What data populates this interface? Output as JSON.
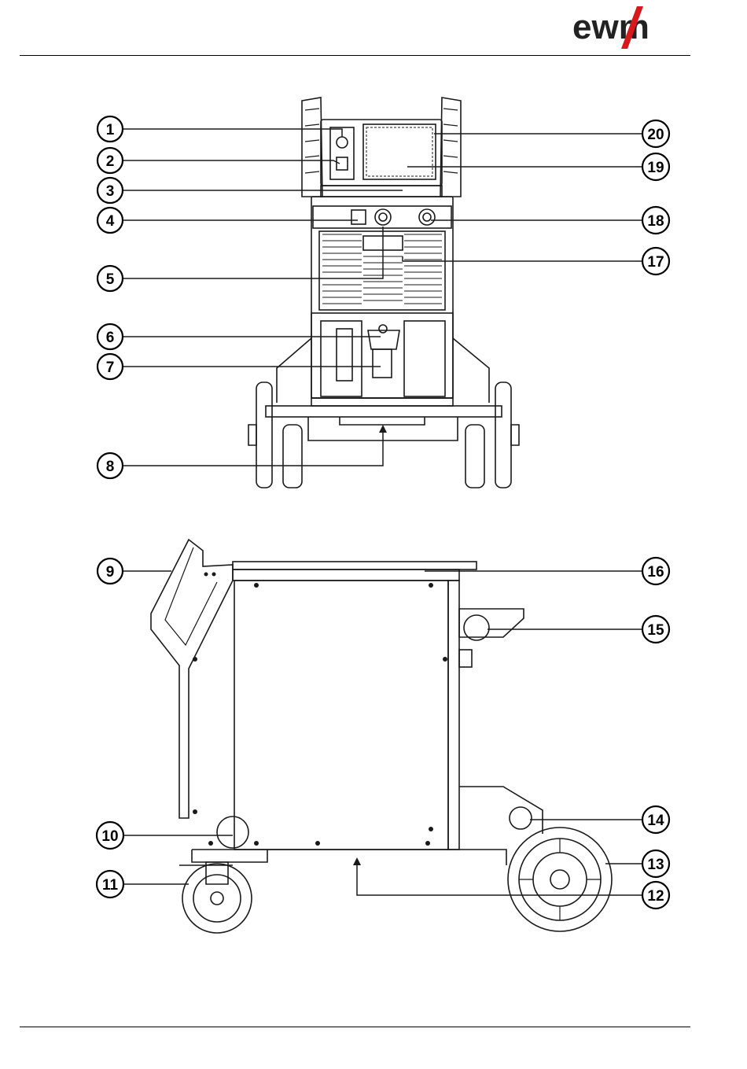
{
  "header": {
    "logo_text": "ewm",
    "brand_color": "#d7191d"
  },
  "callouts": {
    "front": [
      "1",
      "2",
      "3",
      "4",
      "5",
      "6",
      "7",
      "8",
      "17",
      "18",
      "19",
      "20"
    ],
    "side": [
      "9",
      "10",
      "11",
      "12",
      "13",
      "14",
      "15",
      "16"
    ]
  }
}
